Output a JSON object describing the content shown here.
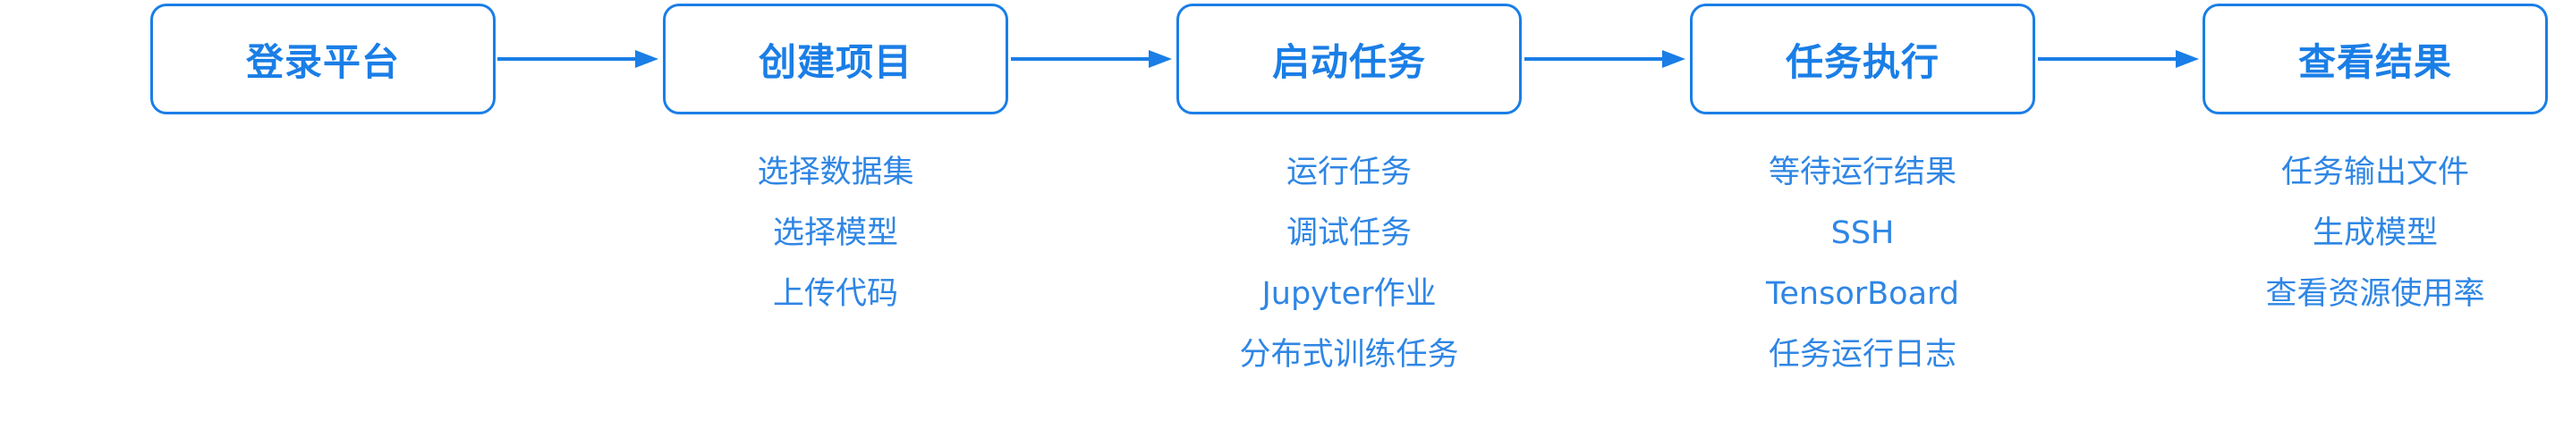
{
  "flow": {
    "steps": [
      {
        "title": "登录平台",
        "items": []
      },
      {
        "title": "创建项目",
        "items": [
          "选择数据集",
          "选择模型",
          "上传代码"
        ]
      },
      {
        "title": "启动任务",
        "items": [
          "运行任务",
          "调试任务",
          "Jupyter作业",
          "分布式训练任务"
        ]
      },
      {
        "title": "任务执行",
        "items": [
          "等待运行结果",
          "SSH",
          "TensorBoard",
          "任务运行日志"
        ]
      },
      {
        "title": "查看结果",
        "items": [
          "任务输出文件",
          "生成模型",
          "查看资源使用率"
        ]
      }
    ]
  },
  "colors": {
    "accent": "#1a7ee6",
    "item_text": "#2f86e4",
    "background": "#ffffff"
  },
  "icons": {
    "connector": "arrow-right-icon"
  }
}
